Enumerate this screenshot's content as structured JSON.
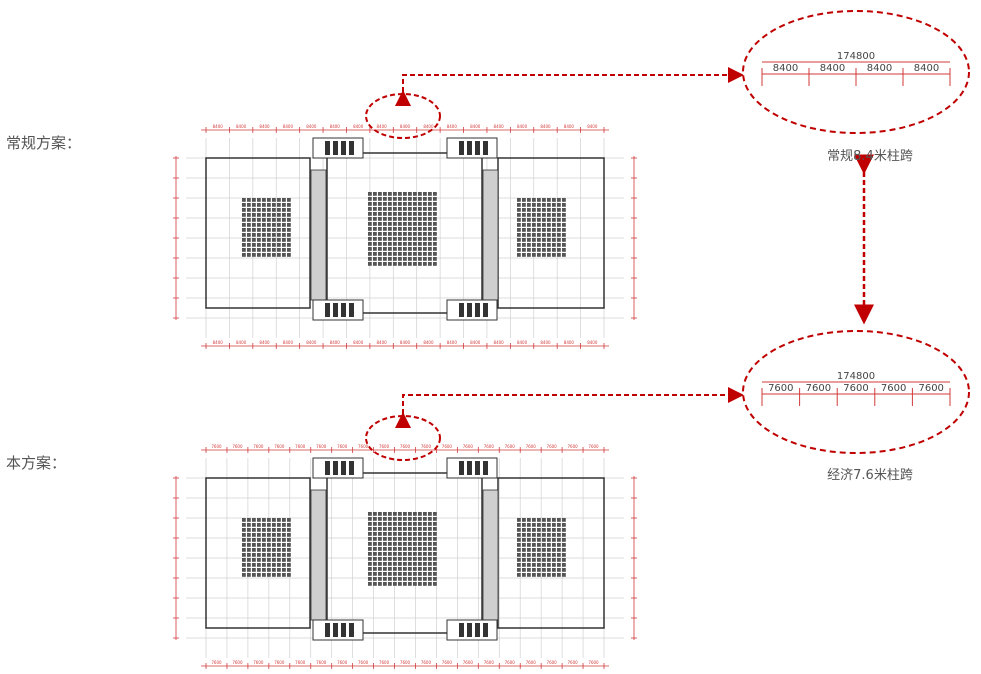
{
  "labels": {
    "plan_a": "常规方案：",
    "plan_b": "本方案："
  },
  "callout_a": {
    "total": "174800",
    "spans": [
      "8400",
      "8400",
      "8400",
      "8400"
    ],
    "caption": "常规8.4米柱跨"
  },
  "callout_b": {
    "total": "174800",
    "spans": [
      "7600",
      "7600",
      "7600",
      "7600",
      "7600"
    ],
    "caption": "经济7.6米柱跨"
  },
  "plan_a": {
    "span_label": "8400",
    "span_count": 17
  },
  "plan_b": {
    "span_label": "7600",
    "span_count": 19
  },
  "colors": {
    "accent_red": "#c00000",
    "dim_red": "#d23a3a",
    "line_dark": "#333333",
    "grid": "#d0d0d0",
    "seat": "#555555"
  }
}
